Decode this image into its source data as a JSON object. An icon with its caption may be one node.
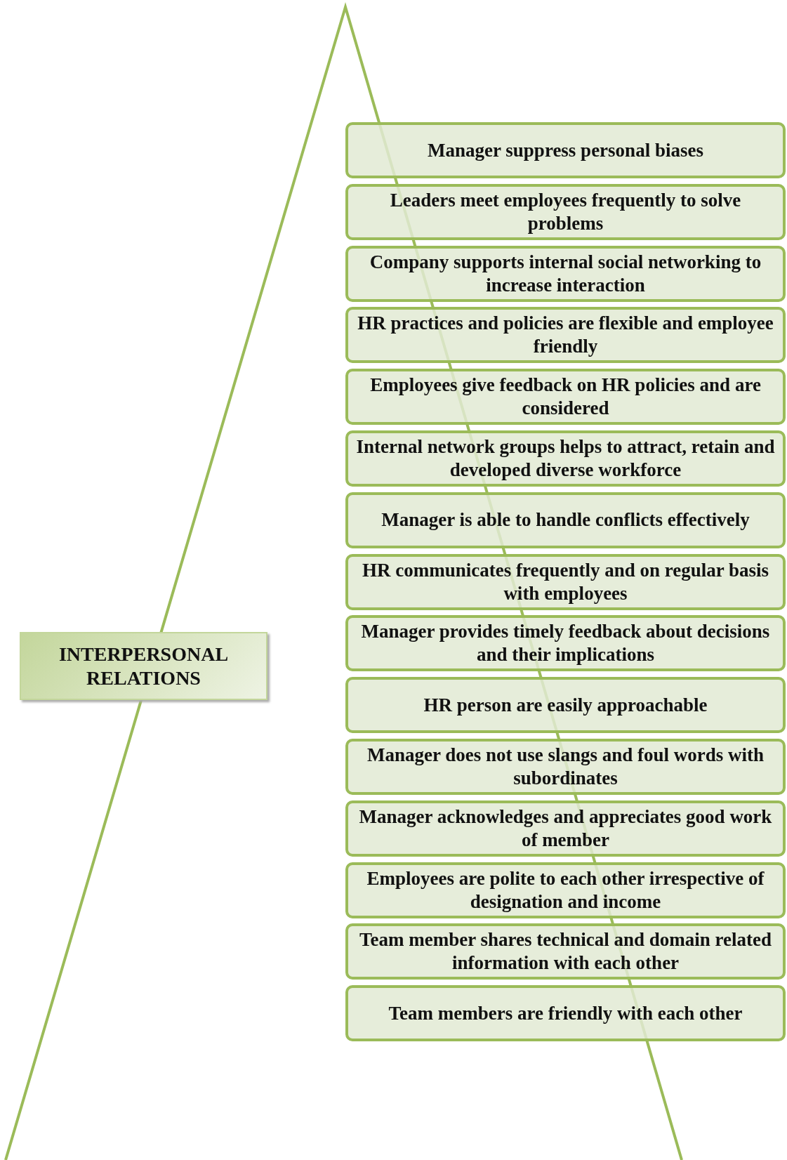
{
  "diagram": {
    "nodes": [
      {
        "text": [
          "INTERPERSONAL RELATIONS"
        ]
      },
      {
        "text": [
          "Manager suppress personal biases"
        ]
      },
      {
        "text": [
          "Leaders meet employees frequently to solve problems"
        ]
      },
      {
        "text": [
          "Company supports internal social networking to increase interaction"
        ]
      },
      {
        "text": [
          "HR practices and policies are flexible and employee friendly"
        ]
      },
      {
        "text": [
          "Employees give feedback on HR policies and are considered"
        ]
      },
      {
        "text": [
          "Internal network groups helps to attract, retain and developed diverse workforce"
        ]
      },
      {
        "text": [
          "Manager is able to handle conflicts effectively"
        ]
      },
      {
        "text": [
          "HR communicates frequently and on regular basis with employees"
        ]
      },
      {
        "text": [
          "Manager provides timely feedback about decisions and their implications"
        ]
      },
      {
        "text": [
          "HR person are easily approachable"
        ]
      },
      {
        "text": [
          "Manager does not use slangs and foul words with subordinates"
        ]
      },
      {
        "text": [
          "Manager acknowledges and appreciates good work of member"
        ]
      },
      {
        "text": [
          "Employees are polite to each other irrespective of designation and income"
        ]
      },
      {
        "text": [
          "Team member shares technical and domain related information with each other"
        ]
      },
      {
        "text": [
          "Team members are friendly with each other"
        ]
      }
    ]
  }
}
